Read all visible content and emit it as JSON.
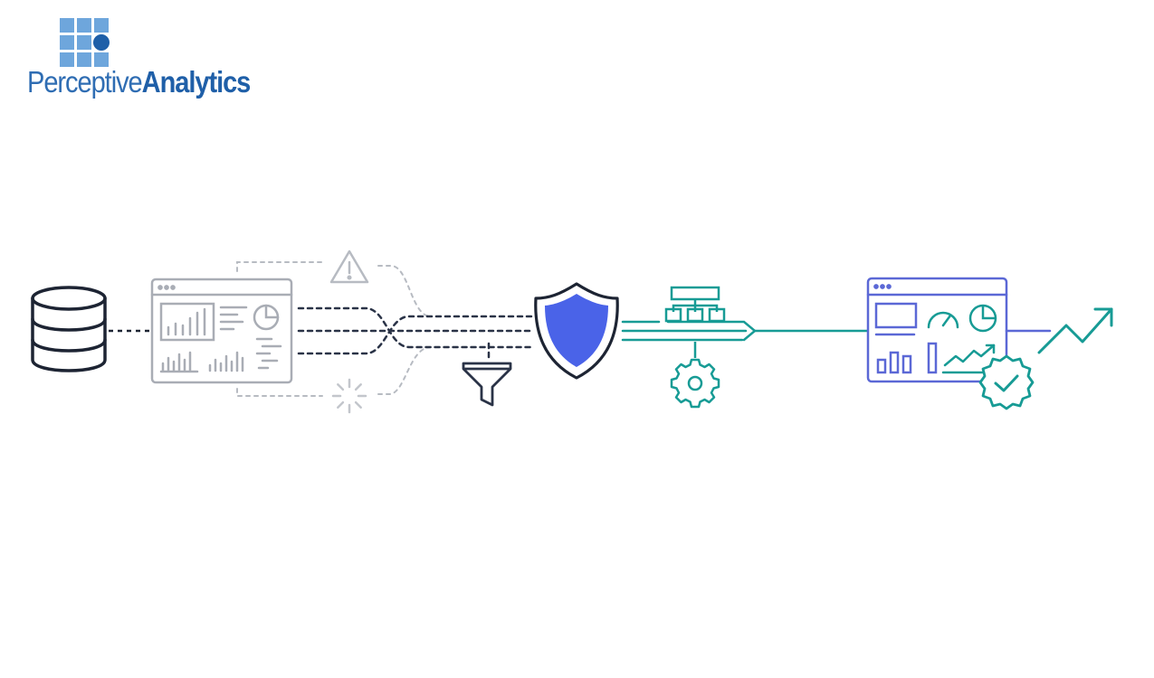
{
  "brand": {
    "name_light": "Perceptive",
    "name_bold": "Analytics",
    "colors": {
      "mark_light": "#6ea6dc",
      "mark_dark": "#1f5fa8",
      "text": "#2f6db3"
    }
  },
  "diagram": {
    "stages": [
      {
        "id": "database",
        "icon": "database-icon",
        "color": "#1d2433"
      },
      {
        "id": "messy-dashboard",
        "icon": "faded-dashboard-icon",
        "color": "#a9adb5"
      },
      {
        "id": "warning",
        "icon": "warning-icon",
        "color": "#b7bbc2"
      },
      {
        "id": "loading",
        "icon": "loading-spinner-icon",
        "color": "#c3c6cc"
      },
      {
        "id": "filter",
        "icon": "funnel-icon",
        "color": "#2a3347"
      },
      {
        "id": "governance",
        "icon": "shield-icon",
        "color": "#4a63e8"
      },
      {
        "id": "hierarchy",
        "icon": "hierarchy-icon",
        "color": "#179b95"
      },
      {
        "id": "processing",
        "icon": "gear-icon",
        "color": "#179b95"
      },
      {
        "id": "clean-dashboard",
        "icon": "dashboard-icon",
        "color": "#5b68d6"
      },
      {
        "id": "verified",
        "icon": "check-badge-icon",
        "color": "#179b95"
      },
      {
        "id": "growth",
        "icon": "trend-up-arrow-icon",
        "color": "#179b95"
      }
    ]
  }
}
